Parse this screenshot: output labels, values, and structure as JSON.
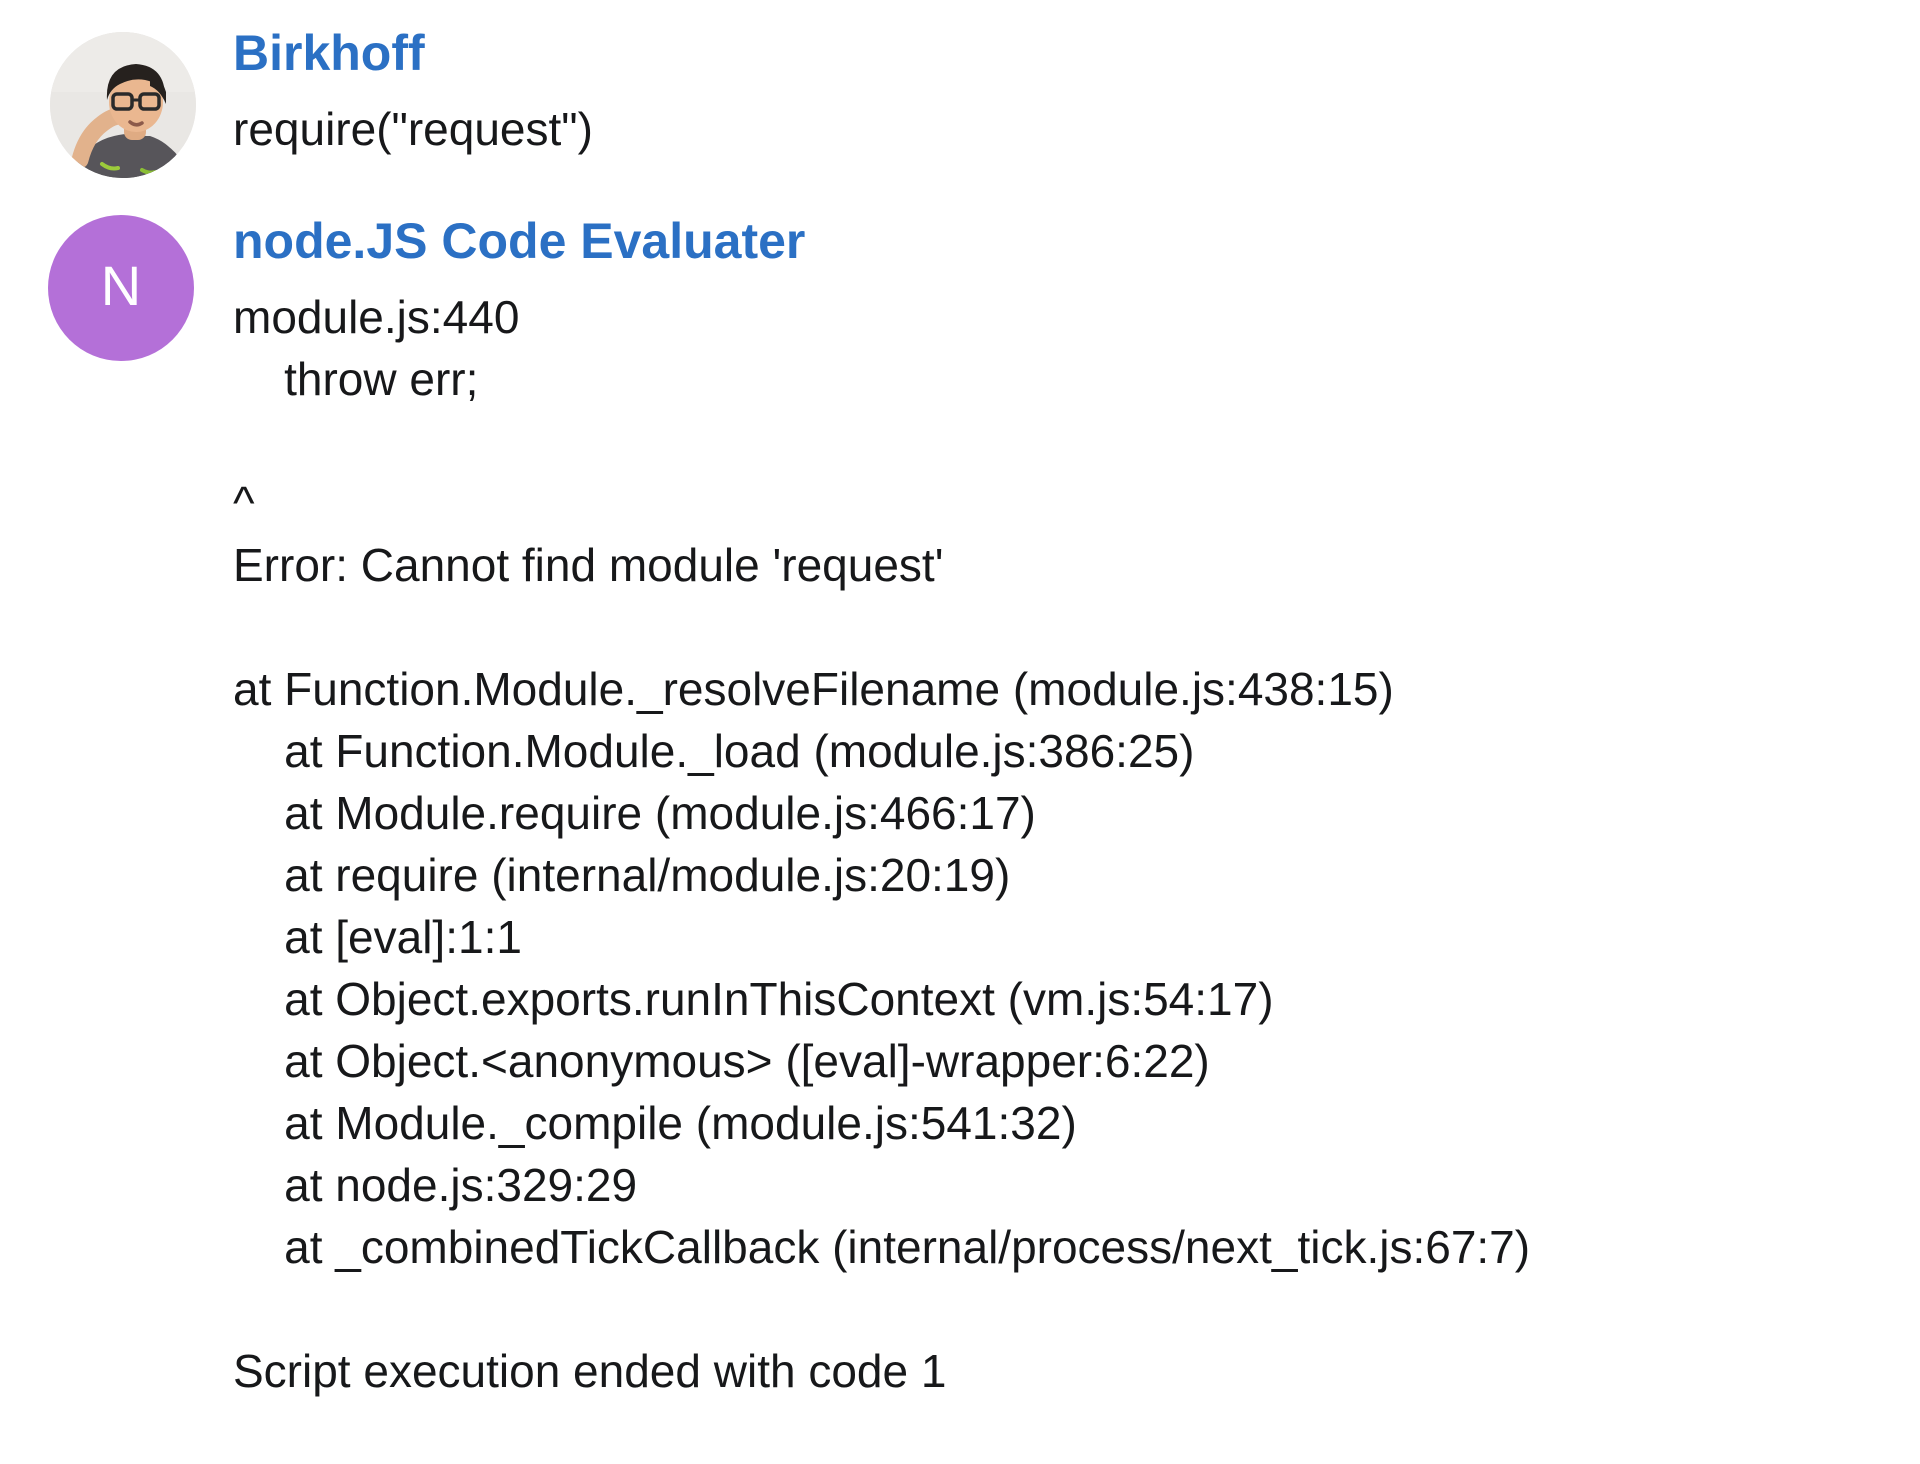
{
  "colors": {
    "sender_name_blue": "#2b70c4",
    "avatar_purple": "#b470d8",
    "body_text": "#17181a",
    "background": "#ffffff",
    "photo_background_gray": "#e9e7e4"
  },
  "messages": [
    {
      "sender": "Birkhoff",
      "avatar": "photo-of-person",
      "text": "require(\"request\")"
    },
    {
      "sender": "node.JS Code Evaluater",
      "avatar_letter": "N",
      "text": "module.js:440\n    throw err;\n\n^\nError: Cannot find module 'request'\n\nat Function.Module._resolveFilename (module.js:438:15)\n    at Function.Module._load (module.js:386:25)\n    at Module.require (module.js:466:17)\n    at require (internal/module.js:20:19)\n    at [eval]:1:1\n    at Object.exports.runInThisContext (vm.js:54:17)\n    at Object.<anonymous> ([eval]-wrapper:6:22)\n    at Module._compile (module.js:541:32)\n    at node.js:329:29\n    at _combinedTickCallback (internal/process/next_tick.js:67:7)\n\nScript execution ended with code 1"
    }
  ]
}
